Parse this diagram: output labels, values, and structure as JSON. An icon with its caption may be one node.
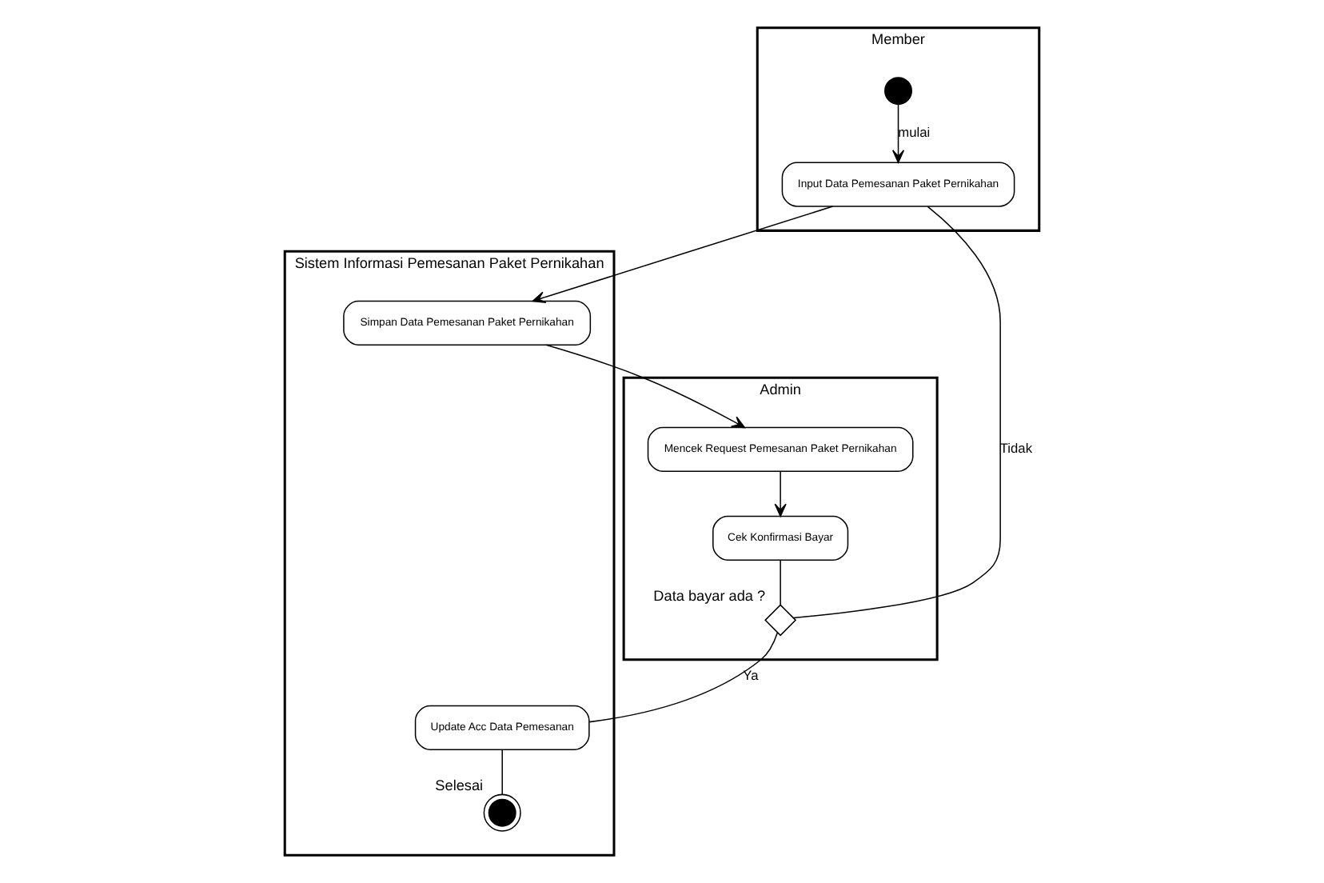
{
  "diagram": {
    "nodes": [
      {
        "text": [
          "Member"
        ]
      },
      {
        "text": [
          "Sistem Informasi Pemesanan Paket Pernikahan"
        ]
      },
      {
        "text": [
          "Admin"
        ]
      },
      {
        "text": [],
        "shape": "circle",
        "in": 0
      },
      {
        "text": [
          "Input Data Pemesanan Paket Pernikahan"
        ],
        "in": 0
      },
      {
        "text": [
          "Simpan Data Pemesanan Paket Pernikahan"
        ],
        "in": 1
      },
      {
        "text": [
          "Update Acc Data Pemesanan"
        ],
        "in": 1
      },
      {
        "text": [],
        "shape": "circle",
        "in": 1,
        "beside": [
          "Selesai"
        ]
      },
      {
        "text": [
          "Mencek Request Pemesanan Paket Pernikahan"
        ],
        "in": 2
      },
      {
        "text": [
          "Cek Konfirmasi Bayar"
        ],
        "in": 2
      },
      {
        "text": [],
        "shape": "diamond",
        "in": 2,
        "beside": [
          "Data bayar ada ?"
        ]
      }
    ],
    "edges": [
      {
        "from": 3,
        "to": 4,
        "arrow": "to",
        "label": "mulai"
      },
      {
        "from": 4,
        "to": 5,
        "arrow": "to"
      },
      {
        "from": 5,
        "to": 8,
        "arrow": "to"
      },
      {
        "from": 8,
        "to": 9,
        "arrow": "to"
      },
      {
        "from": 9,
        "to": 10,
        "arrow": "none"
      },
      {
        "from": 10,
        "to": 6,
        "arrow": "none",
        "label": "Ya"
      },
      {
        "from": 6,
        "to": 7,
        "arrow": "none"
      },
      {
        "from": 10,
        "to": 4,
        "arrow": "none",
        "label": "Tidak"
      }
    ]
  }
}
